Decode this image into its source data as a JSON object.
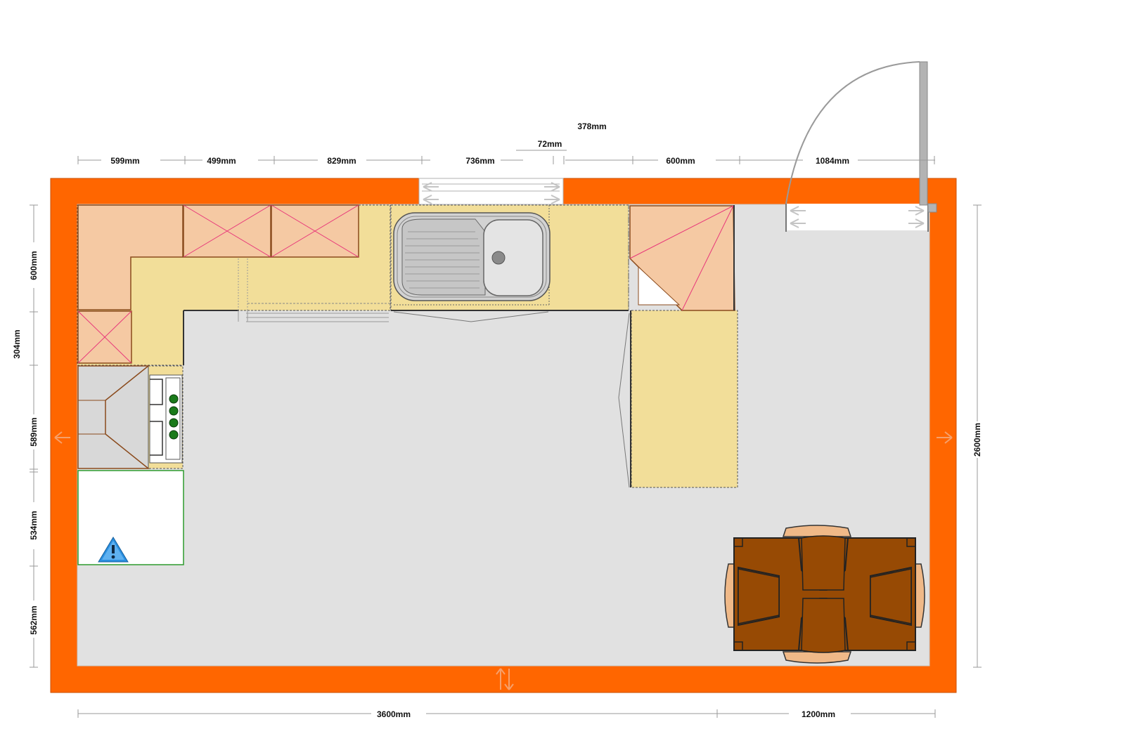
{
  "colors": {
    "wall": "#ff6600",
    "floor": "#e1e1e1",
    "unit": "#f5c9a3",
    "unit_edge": "#8a4a1c",
    "cross": "#e8387a",
    "worktop": "#f2de99",
    "table": "#974a04",
    "chair": "#f0b988",
    "sink": "#d2d2d2",
    "hob_knob": "#1a7a1a",
    "warning": "#2a8fe0"
  },
  "icons": {
    "warning": "warning-triangle-icon",
    "opening": "opening-arrow-icon"
  },
  "dimensions": {
    "top": {
      "d1": "599mm",
      "d2": "499mm",
      "d3": "829mm",
      "d4": "736mm",
      "d5": "600mm",
      "d6": "1084mm",
      "window_width": "378mm",
      "window_offset": "72mm"
    },
    "left": {
      "d1": "600mm",
      "d2": "304mm",
      "d3": "589mm",
      "d4": "534mm",
      "d5": "562mm"
    },
    "right": {
      "d1": "2600mm"
    },
    "bottom": {
      "d1": "3600mm",
      "d2": "1200mm"
    }
  }
}
